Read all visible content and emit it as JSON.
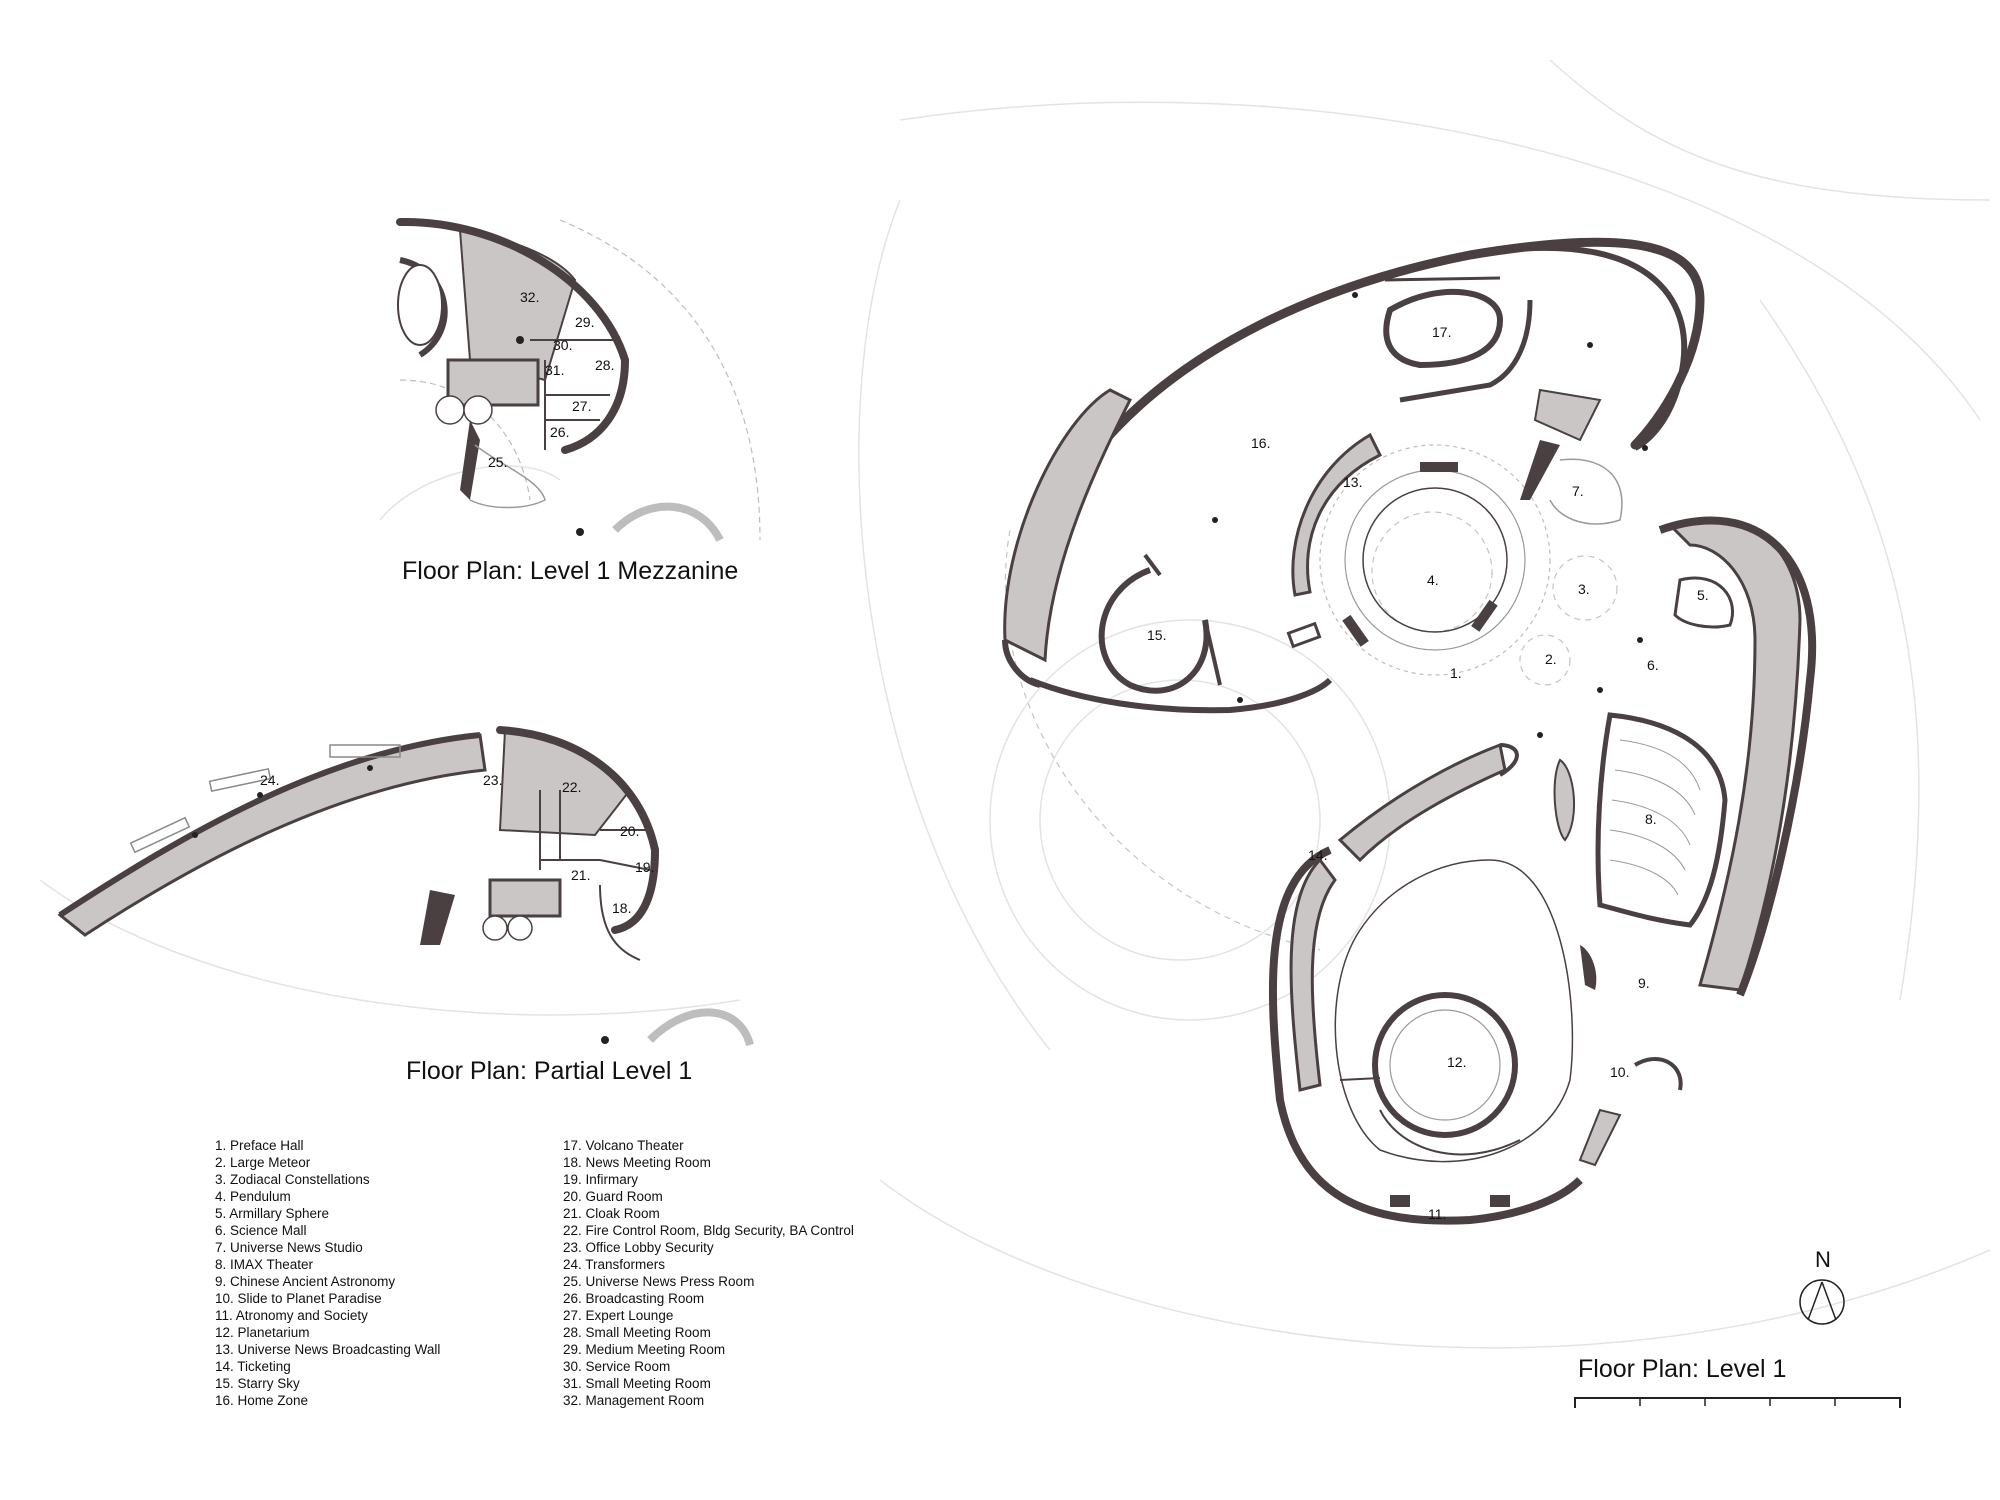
{
  "titles": {
    "mezzanine": "Floor Plan: Level 1 Mezzanine",
    "partial": "Floor Plan: Partial Level 1",
    "level1": "Floor Plan: Level 1"
  },
  "north": "N",
  "legend_left": [
    "1. Preface Hall",
    "2. Large Meteor",
    "3. Zodiacal Constellations",
    "4. Pendulum",
    "5. Armillary Sphere",
    "6. Science Mall",
    "7. Universe News Studio",
    "8. IMAX Theater",
    "9. Chinese Ancient Astronomy",
    "10. Slide to Planet Paradise",
    "11. Atronomy and Society",
    "12. Planetarium",
    "13. Universe News Broadcasting Wall",
    "14. Ticketing",
    "15. Starry Sky",
    "16. Home Zone"
  ],
  "legend_right": [
    "17. Volcano Theater",
    "18. News Meeting Room",
    "19. Infirmary",
    "20. Guard Room",
    "21. Cloak Room",
    "22. Fire Control Room, Bldg Security, BA Control",
    "23. Office Lobby Security",
    "24. Transformers",
    "25. Universe News Press Room",
    "26. Broadcasting Room",
    "27. Expert Lounge",
    "28. Small Meeting Room",
    "29. Medium Meeting Room",
    "30. Service Room",
    "31. Small Meeting Room",
    "32. Management Room"
  ],
  "room_labels": {
    "level1": [
      "1.",
      "2.",
      "3.",
      "4.",
      "5.",
      "6.",
      "7.",
      "8.",
      "9.",
      "10.",
      "11.",
      "12.",
      "13.",
      "14.",
      "15.",
      "16.",
      "17."
    ],
    "partial": [
      "18.",
      "19.",
      "20.",
      "21.",
      "22.",
      "23.",
      "24."
    ],
    "mezzanine": [
      "25.",
      "26.",
      "27.",
      "28.",
      "29.",
      "30.",
      "31.",
      "32."
    ]
  },
  "colors": {
    "wall": "#4a4042",
    "fill": "#cbc6c6",
    "line": "#bdbdbd"
  }
}
